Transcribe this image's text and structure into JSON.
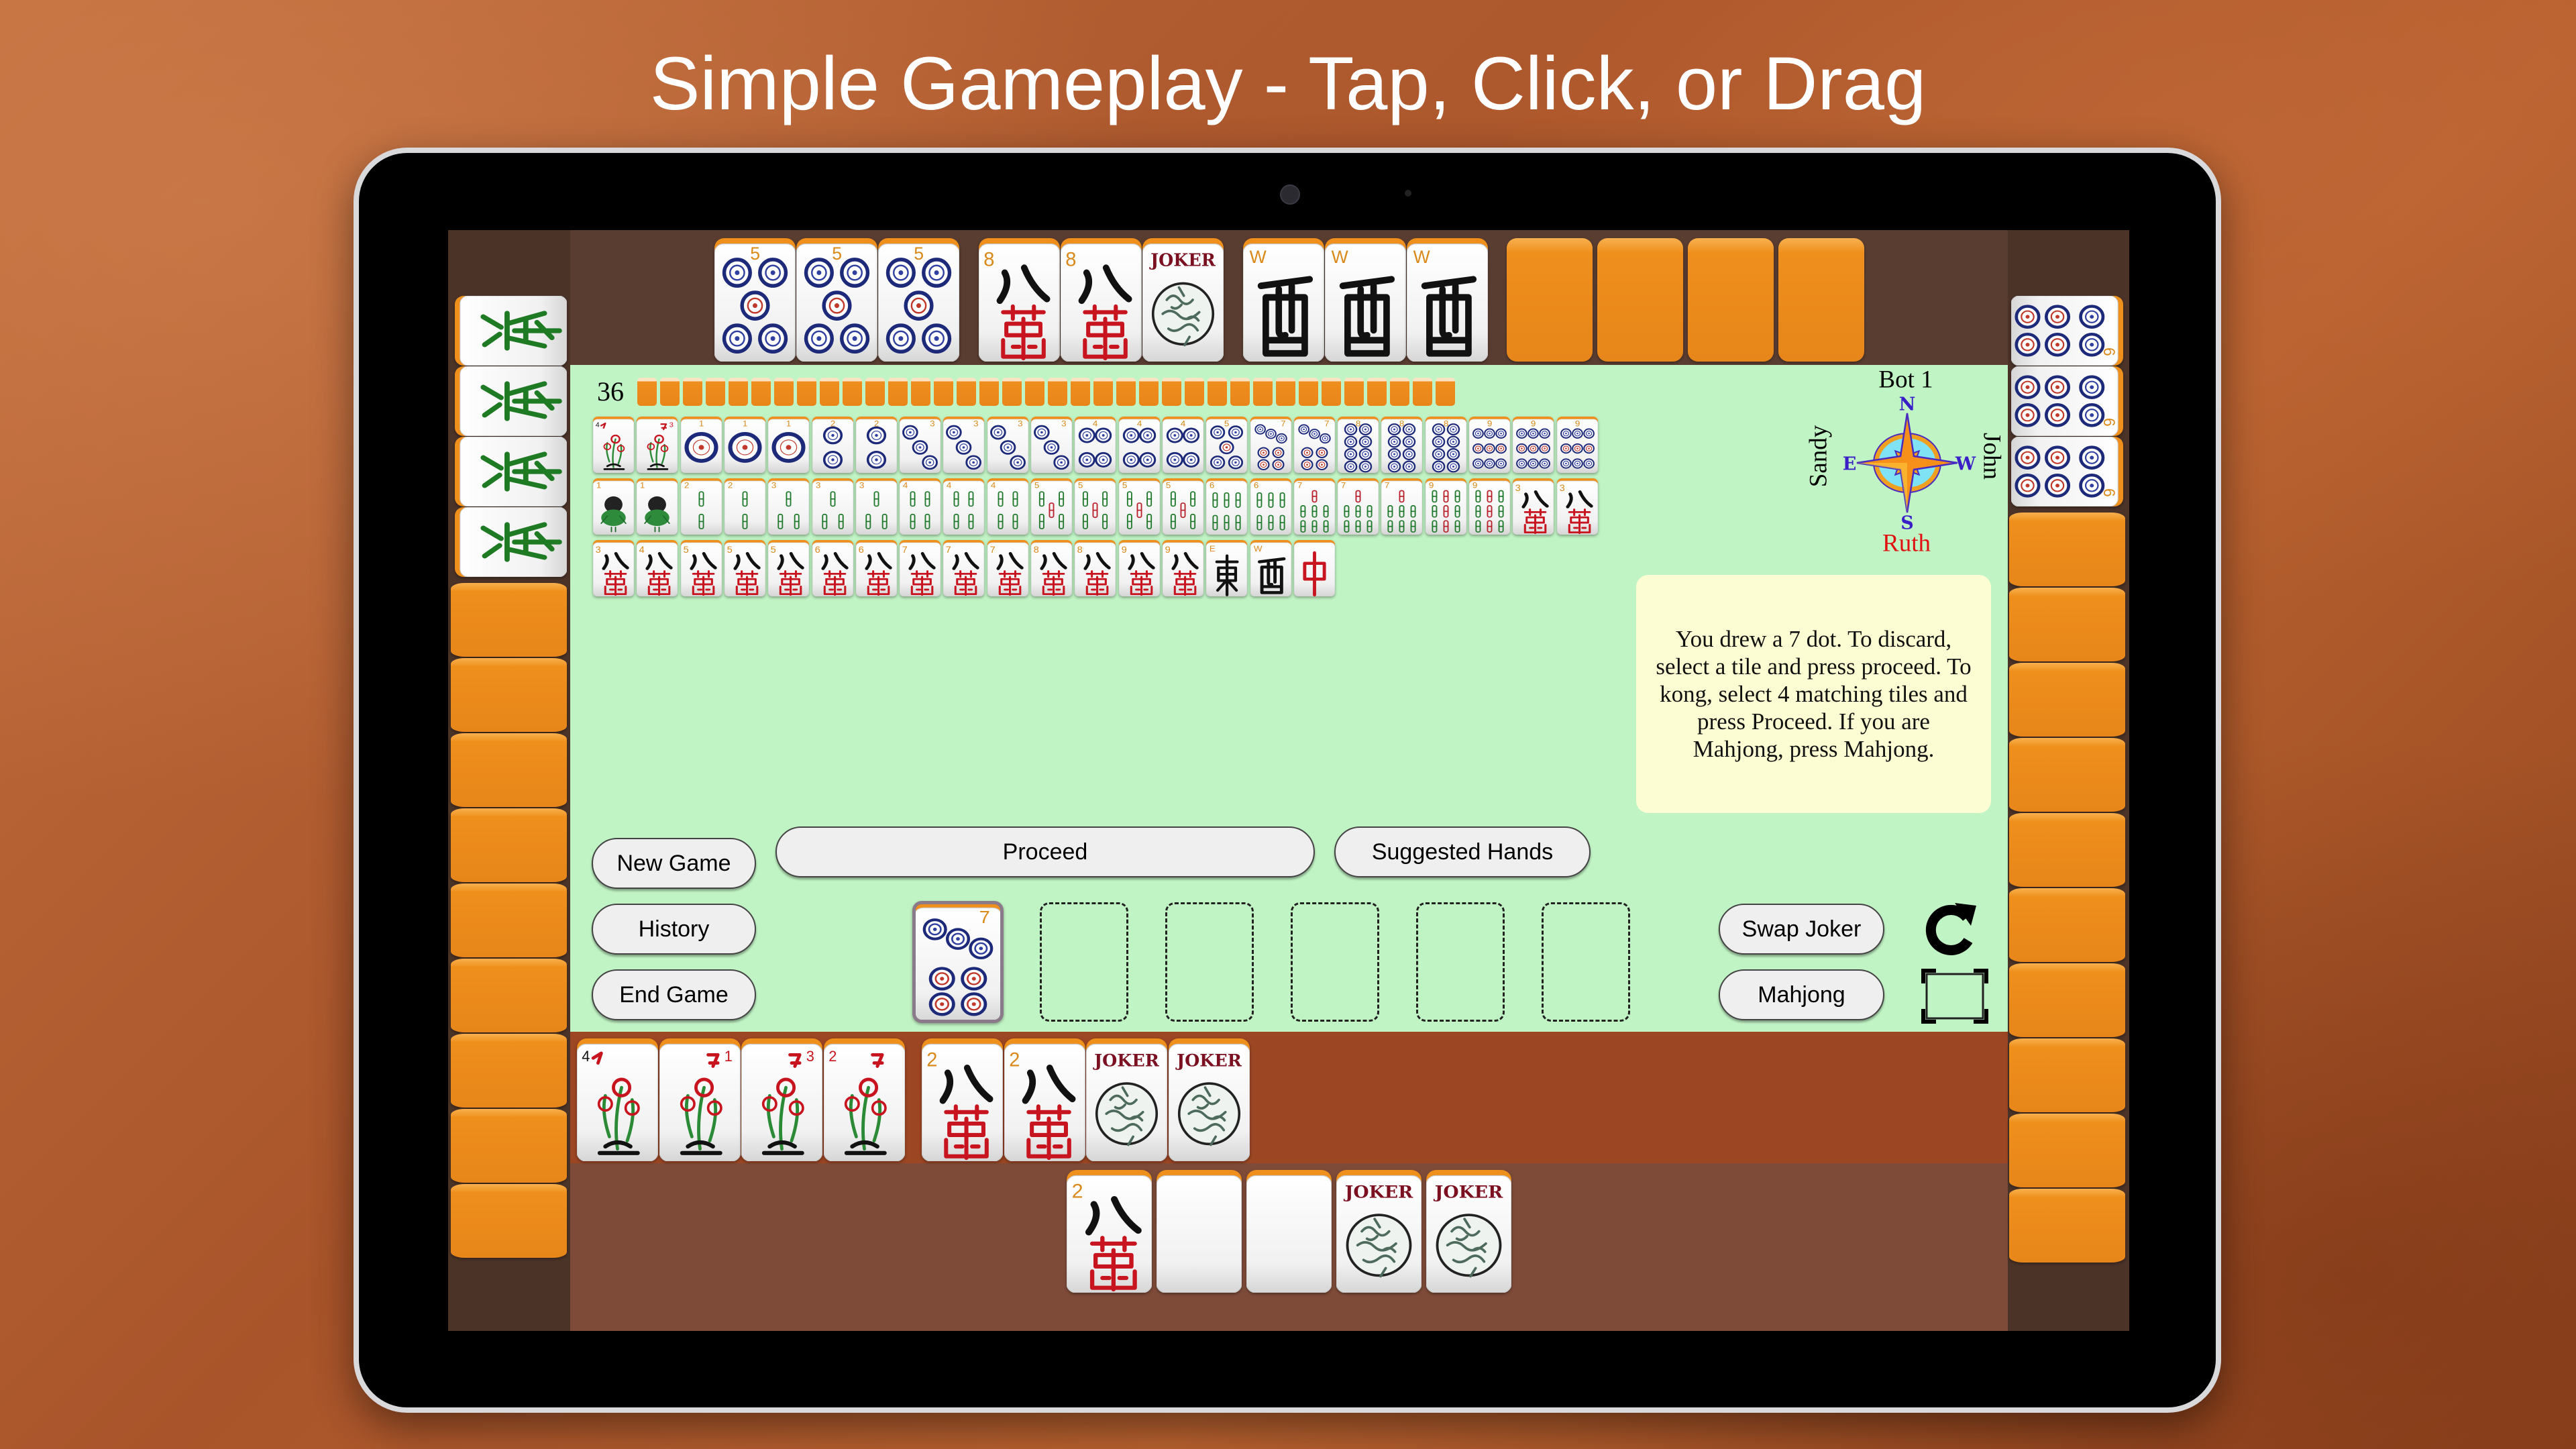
{
  "title": "Simple Gameplay - Tap, Click, or Drag",
  "wall": {
    "count_label": "36",
    "tiles_remaining": 36
  },
  "players": {
    "north": "Bot 1",
    "east": "Sandy",
    "west": "John",
    "south": "Ruth"
  },
  "compass": {
    "n": "N",
    "e": "E",
    "w": "W",
    "s": "S"
  },
  "message": "You drew a 7 dot. To discard, select a tile and press proceed. To kong, select 4 matching tiles and press Proceed. If you are Mahjong, press Mahjong.",
  "buttons": {
    "new_game": "New Game",
    "history": "History",
    "end_game": "End Game",
    "proceed": "Proceed",
    "suggested_hands": "Suggested Hands",
    "swap_joker": "Swap Joker",
    "mahjong": "Mahjong"
  },
  "icons": {
    "refresh": "refresh-icon",
    "fullscreen": "fullscreen-icon"
  },
  "north_player": {
    "exposed": [
      [
        "D5",
        "D5",
        "D5"
      ],
      [
        "C8",
        "C8",
        "J"
      ],
      [
        "WW",
        "WW",
        "WW"
      ]
    ],
    "hidden_count": 4
  },
  "east_player": {
    "exposed": [
      "DG",
      "DG",
      "DG",
      "DG"
    ],
    "hidden_count": 9
  },
  "west_player": {
    "exposed": [
      "D6",
      "D6",
      "D6"
    ],
    "hidden_count": 10
  },
  "discards": [
    [
      "F4",
      "F3",
      "D1",
      "D1",
      "D1",
      "D2",
      "D2",
      "D3",
      "D3",
      "D3",
      "D3",
      "D4",
      "D4",
      "D4",
      "D5",
      "D7",
      "D7",
      "D8",
      "D8",
      "D8",
      "D9",
      "D9",
      "D9"
    ],
    [
      "B1",
      "B1",
      "B2",
      "B2",
      "B3",
      "B3",
      "B3",
      "B4",
      "B4",
      "B4",
      "B5",
      "B5",
      "B5",
      "B5",
      "B6",
      "B6",
      "B7",
      "B7",
      "B7",
      "B9",
      "B9",
      "C3",
      "C3"
    ],
    [
      "C3",
      "C4",
      "C5",
      "C5",
      "C5",
      "C6",
      "C6",
      "C7",
      "C7",
      "C7",
      "C8",
      "C8",
      "C9",
      "C9",
      "WE",
      "WW",
      "DR"
    ]
  ],
  "drawn_tile": "D7",
  "selection_slot_count": 5,
  "my_exposed": [
    [
      "F4",
      "F1",
      "F3",
      "F2"
    ],
    [
      "C2",
      "C2",
      "J",
      "J"
    ]
  ],
  "my_rack": [
    "C2",
    "X",
    "X",
    "J",
    "J"
  ],
  "joker_label": "JOKER",
  "colors": {
    "table_green": "#c1f4c5",
    "tile_back": "#ef8f1c",
    "message_bg": "#fdfdd3",
    "south_name": "#e01010",
    "compass_letters": "#3a1fc8"
  }
}
